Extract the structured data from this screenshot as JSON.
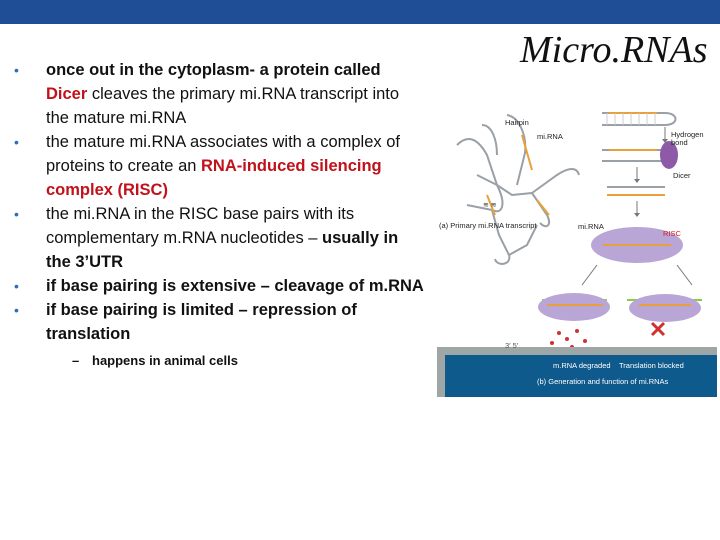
{
  "slide": {
    "title": "Micro.RNAs",
    "bullets": [
      {
        "bullet_glyph": "•",
        "parts": [
          {
            "text": "once out in the cytoplasm- a protein called ",
            "style": "bold"
          },
          {
            "text": "Dicer",
            "style": "red"
          },
          {
            "text": " cleaves the primary mi.RNA transcript into the mature mi.RNA",
            "style": "normal"
          }
        ]
      },
      {
        "bullet_glyph": "•",
        "parts": [
          {
            "text": "the mature mi.RNA associates with a complex of proteins to create an ",
            "style": "normal"
          },
          {
            "text": "RNA-induced silencing complex (RISC)",
            "style": "red"
          }
        ]
      },
      {
        "bullet_glyph": "•",
        "parts": [
          {
            "text": "the mi.RNA in the RISC base pairs with its complementary m.RNA nucleotides – ",
            "style": "normal"
          },
          {
            "text": "usually in the 3’UTR",
            "style": "bold"
          }
        ]
      },
      {
        "bullet_glyph": "•",
        "parts": [
          {
            "text": "if base pairing is extensive – cleavage of m.RNA",
            "style": "bold"
          }
        ]
      },
      {
        "bullet_glyph": "•",
        "parts": [
          {
            "text": "if base pairing is limited – repression of translation",
            "style": "bold"
          }
        ],
        "sub": [
          {
            "dash": "–",
            "text": "happens in animal cells"
          }
        ]
      }
    ]
  },
  "figure": {
    "labels": {
      "hairpin": "Hairpin",
      "mirna_top": "mi.RNA",
      "hydrogen_bond": "Hydrogen bond",
      "dicer": "Dicer",
      "primary_transcript": "(a) Primary mi.RNA transcript",
      "mirna_mid": "mi.RNA",
      "risc": "RISC",
      "mrna_degraded": "m.RNA degraded",
      "translation_blocked": "Translation blocked",
      "caption_b": "(b) Generation and function of mi.RNAs",
      "poly": "3′ 5′"
    },
    "colors": {
      "rna_orange": "#e8a13a",
      "rna_gray": "#9aa0a6",
      "dicer_purple": "#8e5aa8",
      "risc_lavender": "#b9a6d6",
      "mrna_green": "#8fc84d",
      "degraded_red": "#d03030",
      "band_gray": "#9fa6a6",
      "band_blue": "#0f5a8c"
    }
  }
}
